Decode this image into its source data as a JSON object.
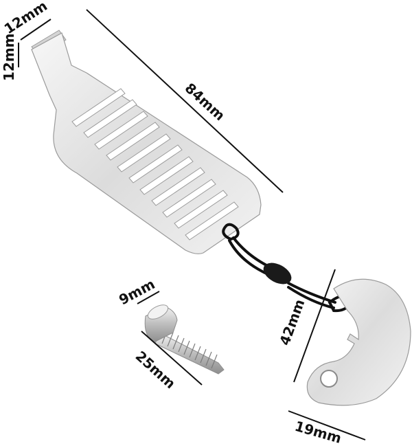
{
  "dimensions": {
    "bracket_width": "12mm",
    "bracket_height": "12mm",
    "plate_length": "84mm",
    "screw_head": "9mm",
    "screw_length": "25mm",
    "key_height": "42mm",
    "key_width": "19mm"
  },
  "colors": {
    "background": "#ffffff",
    "metal": "#e6e6e6",
    "metal_edge": "#9a9a9a",
    "cord": "#111111",
    "dimension_line": "#111111"
  }
}
